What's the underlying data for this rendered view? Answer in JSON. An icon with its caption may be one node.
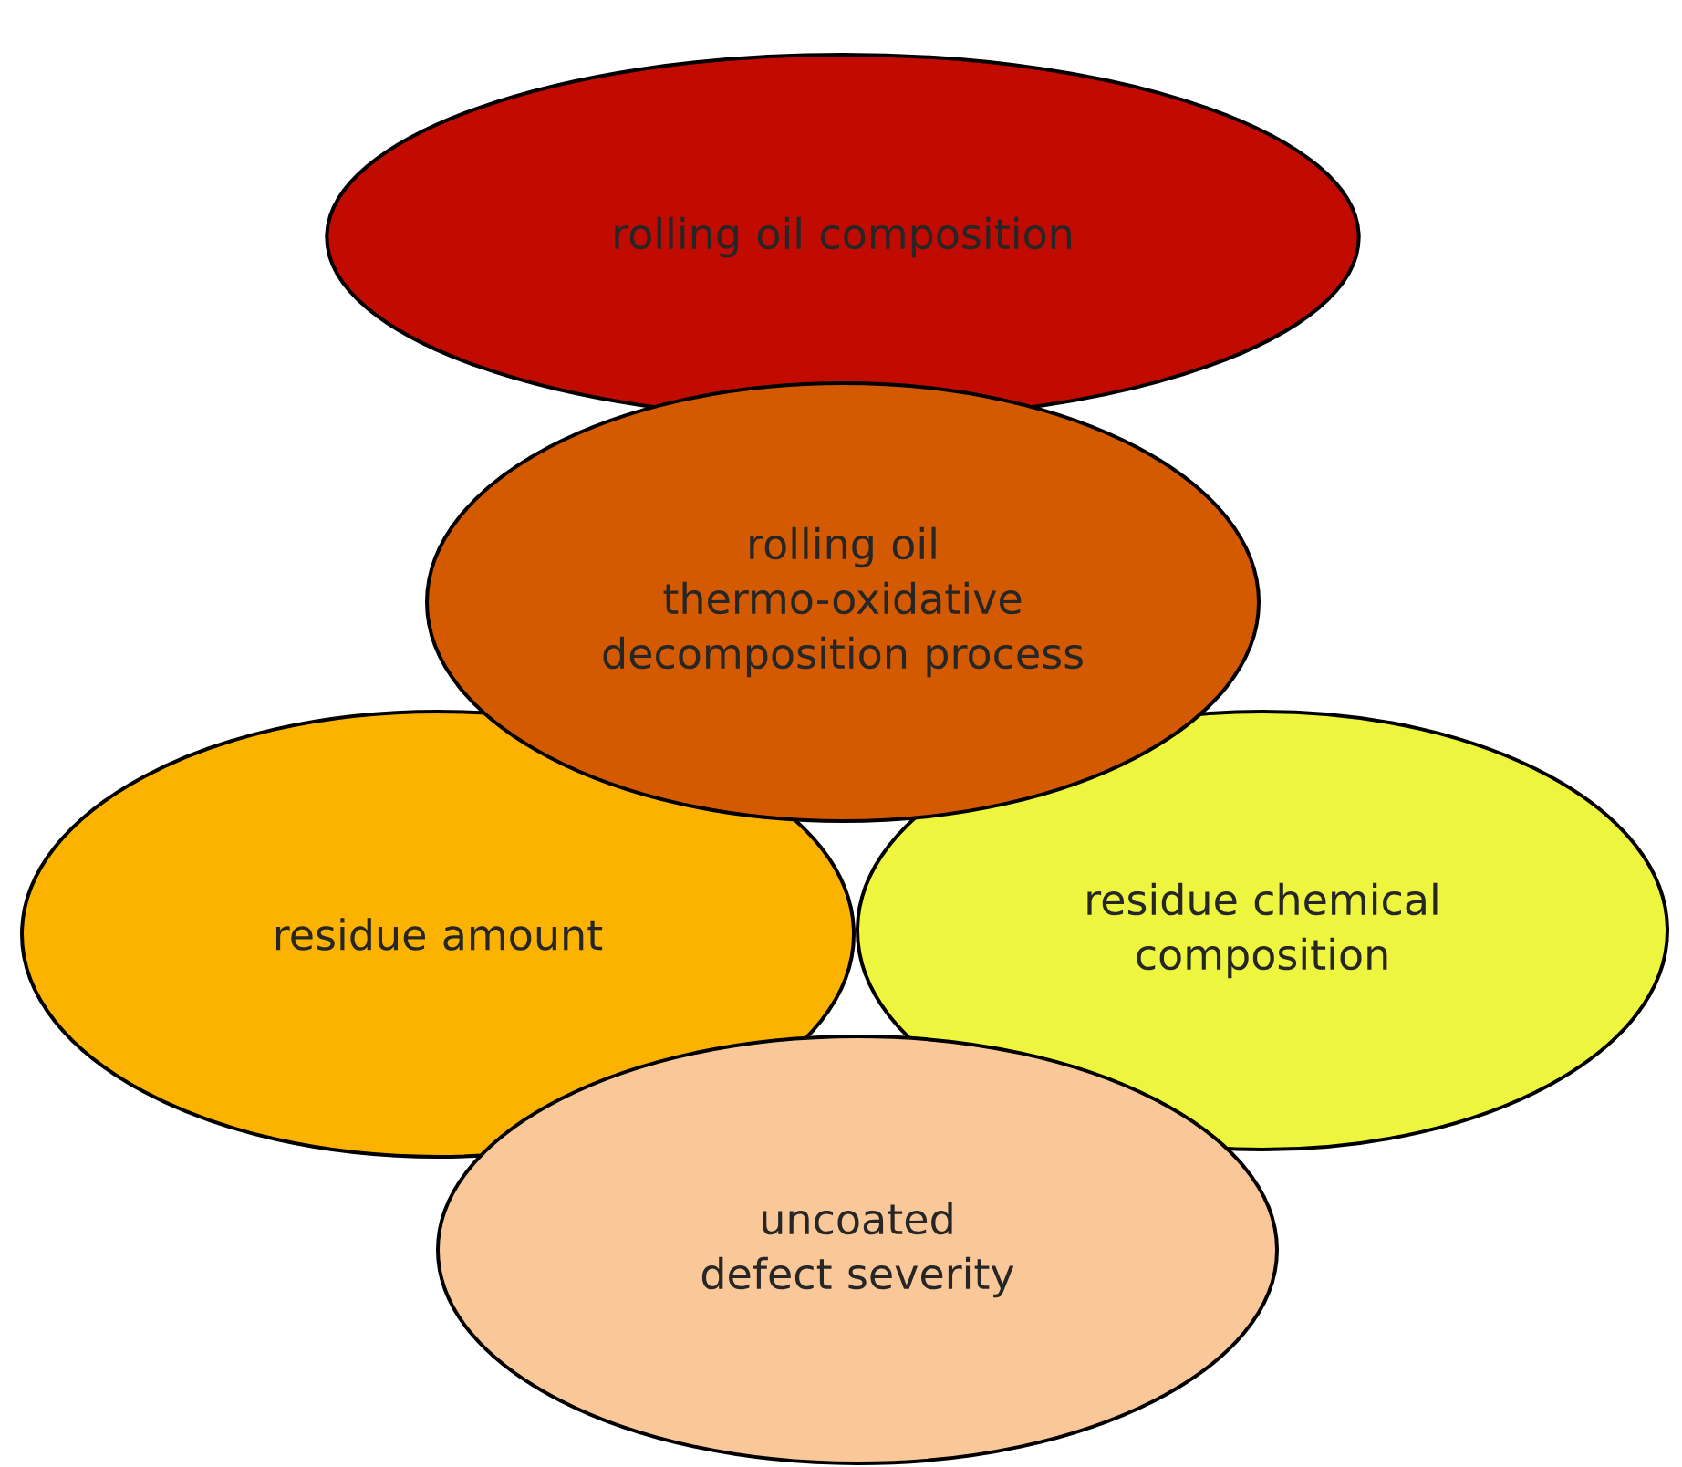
{
  "diagram": {
    "nodes": [
      {
        "text": [
          "rolling oil composition"
        ]
      },
      {
        "text": [
          "rolling oil thermo-oxidative decomposition process"
        ]
      },
      {
        "text": [
          "residue amount"
        ]
      },
      {
        "text": [
          "residue chemical composition"
        ]
      },
      {
        "text": [
          "uncoated defect severity"
        ]
      }
    ],
    "edges": []
  }
}
